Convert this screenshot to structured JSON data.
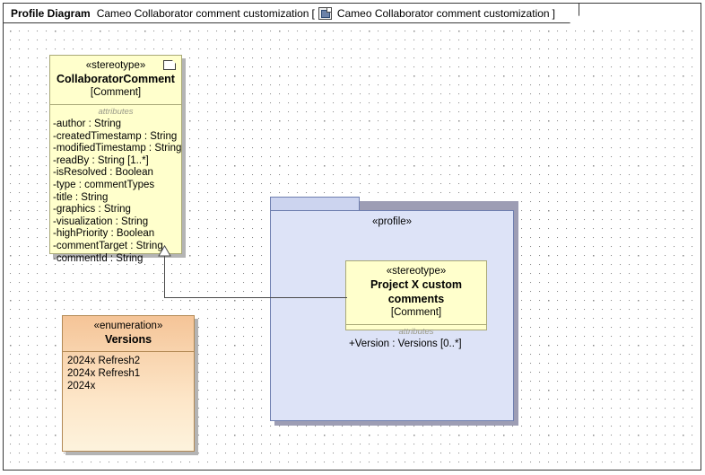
{
  "header": {
    "kind_label": "Profile Diagram",
    "diagram_name": "Cameo Collaborator comment customization",
    "bracket_open": "[",
    "bracket_close": "]",
    "context_icon": "diagram-icon",
    "context_name": "Cameo Collaborator comment customization"
  },
  "colors": {
    "stereotype_fill": "#ffffcc",
    "stereotype_border": "#a9a978",
    "enumeration_fill_top": "#f5c497",
    "enumeration_fill_bottom": "#fdf3dd",
    "enumeration_border": "#b38a56",
    "package_fill": "#dde3f7",
    "package_tab_fill": "#ccd4ef",
    "package_border": "#6f7fb0",
    "connector": "#4a4a4a",
    "compartment_title": "#999988"
  },
  "nodes": {
    "collaborator_comment": {
      "stereotype_keyword": "«stereotype»",
      "name": "CollaboratorComment",
      "metaclass": "[Comment]",
      "compartment_title": "attributes",
      "corner_icon": "note-icon",
      "attributes": [
        "-author : String",
        "-createdTimestamp : String",
        "-modifiedTimestamp : String",
        "-readBy : String [1..*]",
        "-isResolved : Boolean",
        "-type : commentTypes",
        "-title : String",
        "-graphics : String",
        "-visualization : String",
        "-highPriority : Boolean",
        "-commentTarget : String",
        "-commentId : String"
      ]
    },
    "versions_enumeration": {
      "stereotype_keyword": "«enumeration»",
      "name": "Versions",
      "literals": [
        "2024x Refresh2",
        "2024x Refresh1",
        "2024x"
      ]
    },
    "profile_package": {
      "stereotype_keyword": "«profile»"
    },
    "project_x_comments": {
      "stereotype_keyword": "«stereotype»",
      "name": "Project X custom comments",
      "metaclass": "[Comment]",
      "compartment_title": "attributes",
      "attributes": [
        "+Version : Versions [0..*]"
      ]
    }
  },
  "connectors": {
    "generalization": {
      "type": "generalization",
      "source": "Project X custom comments",
      "target": "CollaboratorComment"
    }
  }
}
